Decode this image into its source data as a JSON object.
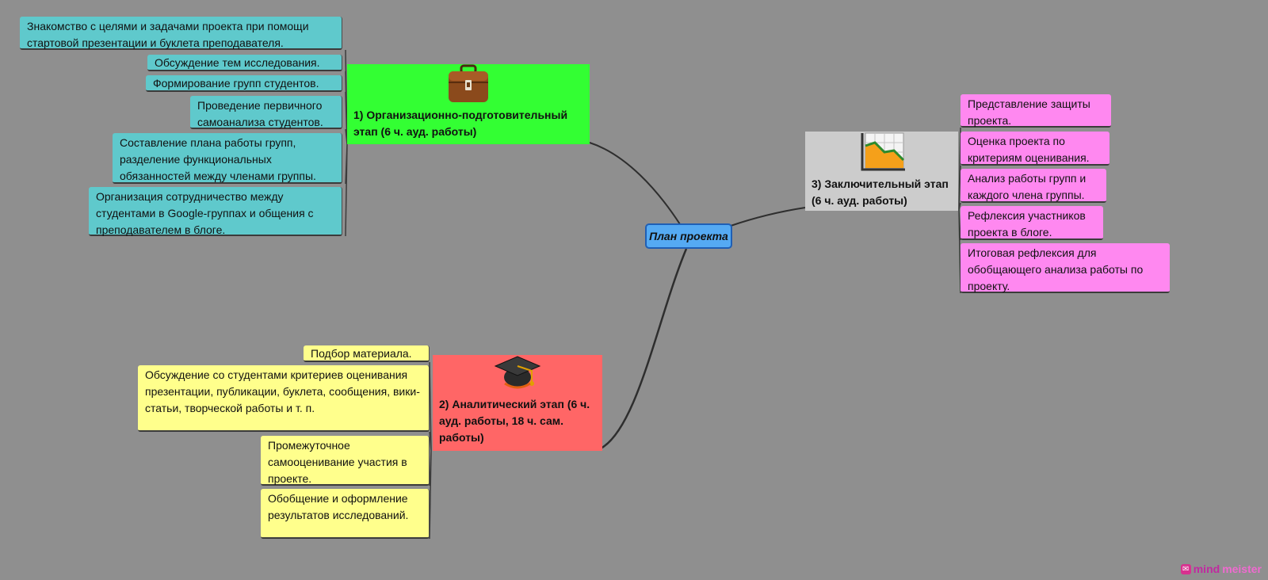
{
  "center": {
    "label": "План проекта"
  },
  "stage1": {
    "title": "1) Организационно-подготовительный этап (6 ч. ауд. работы)",
    "icon": "briefcase-icon",
    "color": "#33ff33",
    "children": [
      "Знакомство с целями и задачами проекта при помощи стартовой презентации и буклета преподавателя.",
      "Обсуждение тем исследования.",
      "Формирование групп студентов.",
      "Проведение первичного самоанализа студентов.",
      "Составление плана работы групп, разделение функциональных обязанностей между членами группы.",
      "Организация сотрудничество между студентами в Google-группах и общения с преподавателем в блоге."
    ]
  },
  "stage2": {
    "title": "2) Аналитический этап (6 ч. ауд. работы, 18 ч. сам. работы)",
    "icon": "graduation-cap-icon",
    "color": "#ff6666",
    "children": [
      "Подбор материала.",
      "Обсуждение со студентами критериев оценивания презентации, публикации, буклета, сообщения, вики-статьи, творческой работы и т. п.",
      "Промежуточное самооценивание участия в проекте.",
      "Обобщение и оформление результатов исследований."
    ]
  },
  "stage3": {
    "title": "3) Заключительный этап (6 ч. ауд. работы)",
    "icon": "area-chart-icon",
    "color": "#cccccc",
    "children": [
      "Представление защиты проекта.",
      "Оценка проекта по критериям оценивания.",
      "Анализ работы групп и каждого члена группы.",
      "Рефлексия участников проекта в блоге.",
      "Итоговая рефлексия для обобщающего анализа работы по проекту."
    ]
  },
  "branding": {
    "part1": "mind",
    "part2": "meister"
  }
}
